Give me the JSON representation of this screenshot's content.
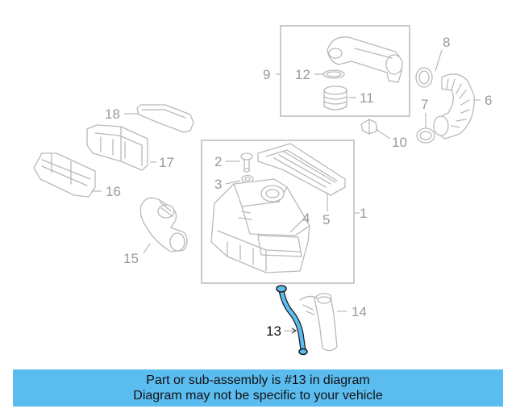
{
  "banner": {
    "line1": "Part or sub-assembly is #13 in diagram",
    "line2": "Diagram may not be specific to your vehicle"
  },
  "callouts": {
    "c1": "1",
    "c2": "2",
    "c3": "3",
    "c4": "4",
    "c5": "5",
    "c6": "6",
    "c7": "7",
    "c8": "8",
    "c9": "9",
    "c10": "10",
    "c11": "11",
    "c12": "12",
    "c13": "13",
    "c14": "14",
    "c15": "15",
    "c16": "16",
    "c17": "17",
    "c18": "18"
  },
  "highlight_part": "13",
  "colors": {
    "highlight": "#5bbcf0",
    "line_art": "#b9b9b9",
    "label_text": "#9a9a9a",
    "highlight_label": "#111111"
  }
}
